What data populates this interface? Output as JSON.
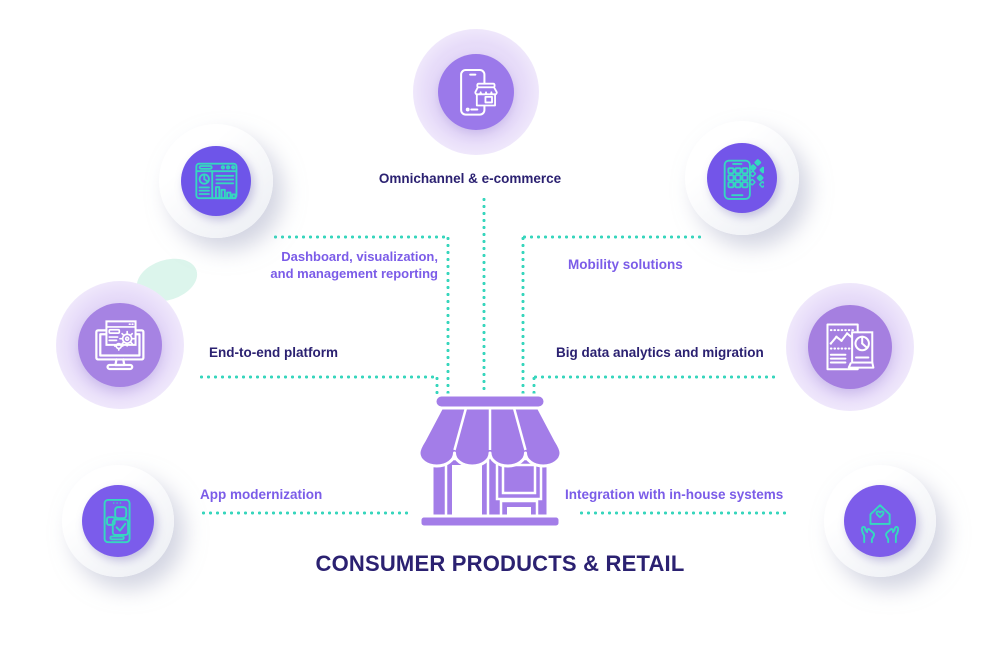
{
  "diagram": {
    "title": "CONSUMER PRODUCTS & RETAIL",
    "center_icon": "storefront-icon",
    "nodes": [
      {
        "id": "omnichannel",
        "label": "Omnichannel & e-commerce",
        "icon": "phone-storefront-icon",
        "text_style": "dark",
        "circle_color": "#9b79ea",
        "ring_style": "lavender"
      },
      {
        "id": "dashboard-reporting",
        "label_line1": "Dashboard, visualization,",
        "label_line2": "and management reporting",
        "icon": "dashboard-charts-icon",
        "text_style": "purple",
        "circle_color": "#6e55e9",
        "ring_style": "white"
      },
      {
        "id": "mobility",
        "label": "Mobility solutions",
        "icon": "mobile-apps-icon",
        "text_style": "purple",
        "circle_color": "#7355e9",
        "ring_style": "white"
      },
      {
        "id": "end-to-end-platform",
        "label": "End-to-end platform",
        "icon": "monitor-gear-icon",
        "text_style": "dark",
        "circle_color": "#a683e3",
        "ring_style": "lavender"
      },
      {
        "id": "big-data",
        "label": "Big data analytics and migration",
        "icon": "analytics-report-icon",
        "text_style": "dark",
        "circle_color": "#a57fe0",
        "ring_style": "lavender"
      },
      {
        "id": "app-modernization",
        "label": "App modernization",
        "icon": "phone-checkmark-icon",
        "text_style": "purple",
        "circle_color": "#7b5ceb",
        "ring_style": "white"
      },
      {
        "id": "integration",
        "label": "Integration with in-house systems",
        "icon": "hands-house-icon",
        "text_style": "purple",
        "circle_color": "#7d5cea",
        "ring_style": "white"
      }
    ],
    "colors": {
      "connector_teal": "#38d6bd",
      "icon_teal": "#35d8c0",
      "text_dark": "#2b2171",
      "text_purple": "#7b5ce8",
      "store_purple": "#a37de8",
      "ring_lavender": "#e7dcf9",
      "background": "#ffffff"
    },
    "connector_style": "dotted"
  }
}
